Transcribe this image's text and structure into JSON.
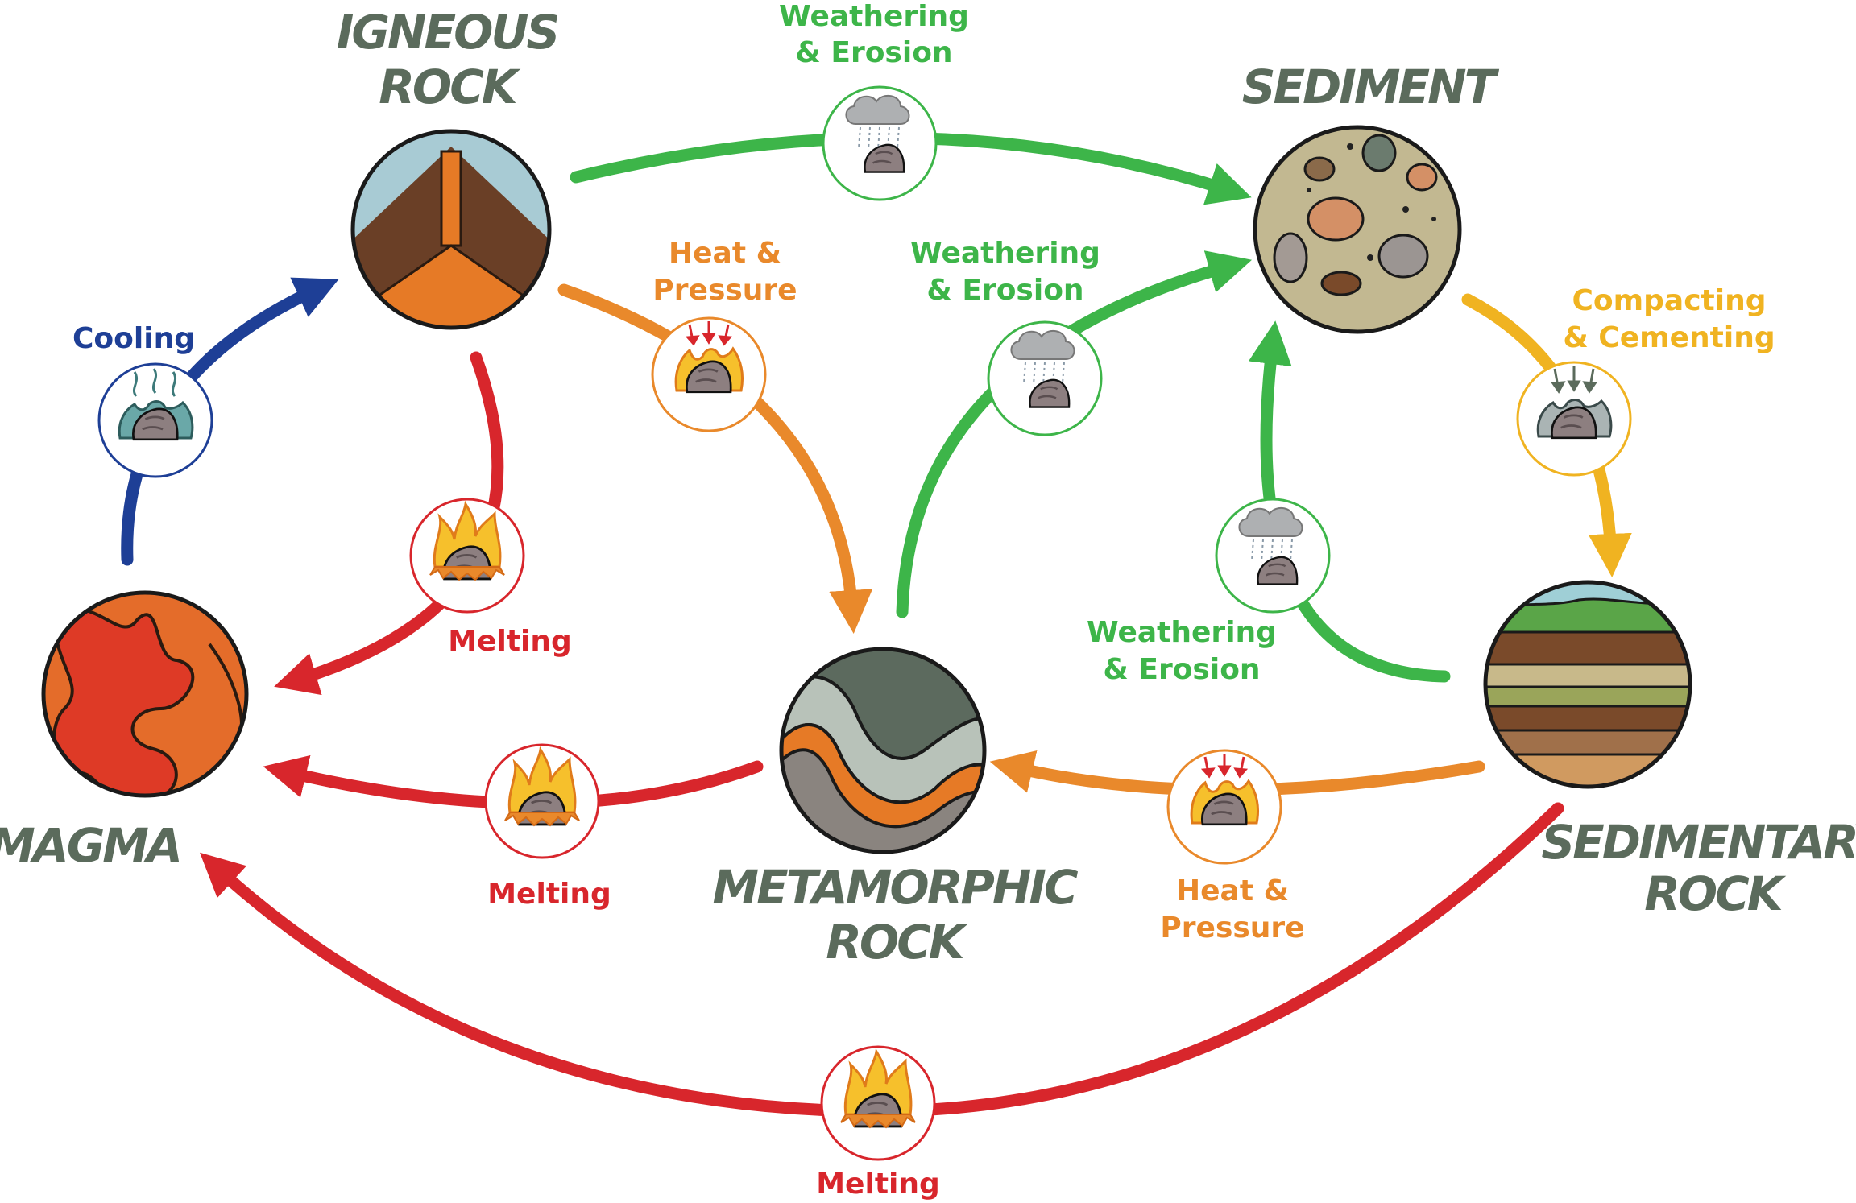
{
  "colors": {
    "melting": "#d8262c",
    "cooling": "#1e3f96",
    "weathering": "#3db549",
    "heat": "#e9892b",
    "compacting": "#f0b321",
    "node_text": "#5b6b5c"
  },
  "nodes": {
    "igneous": {
      "line1": "IGNEOUS",
      "line2": "ROCK"
    },
    "sediment": {
      "line1": "SEDIMENT"
    },
    "sedimentary": {
      "line1": "SEDIMENTARY",
      "line2": "ROCK"
    },
    "metamorphic": {
      "line1": "METAMORPHIC",
      "line2": "ROCK"
    },
    "magma": {
      "line1": "MAGMA"
    }
  },
  "processes": {
    "weathering_top": {
      "line1": "Weathering",
      "line2": "& Erosion",
      "icon": "rain-cloud-icon"
    },
    "weathering_mid": {
      "line1": "Weathering",
      "line2": "& Erosion",
      "icon": "rain-cloud-icon"
    },
    "weathering_right": {
      "line1": "Weathering",
      "line2": "& Erosion",
      "icon": "rain-cloud-icon"
    },
    "heat_left": {
      "line1": "Heat &",
      "line2": "Pressure",
      "icon": "heat-pressure-icon"
    },
    "heat_right": {
      "line1": "Heat &",
      "line2": "Pressure",
      "icon": "heat-pressure-icon"
    },
    "compacting": {
      "line1": "Compacting",
      "line2": "& Cementing",
      "icon": "compacting-icon"
    },
    "cooling": {
      "line1": "Cooling",
      "icon": "cooling-icon"
    },
    "melting_igneous": {
      "line1": "Melting",
      "icon": "fire-icon"
    },
    "melting_metamorphic": {
      "line1": "Melting",
      "icon": "fire-icon"
    },
    "melting_sedimentary": {
      "line1": "Melting",
      "icon": "fire-icon"
    }
  }
}
